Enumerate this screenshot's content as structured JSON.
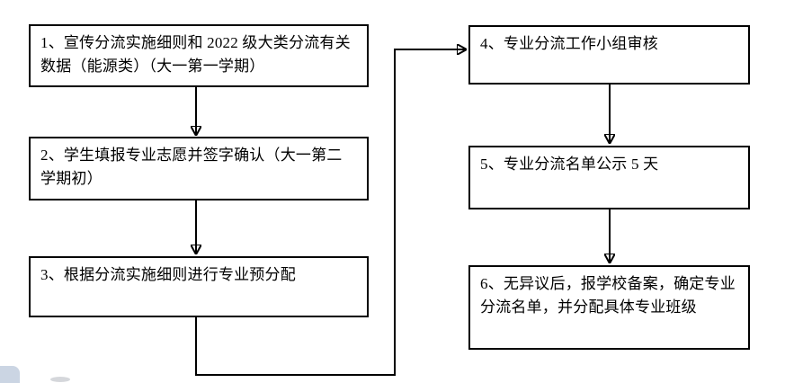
{
  "page": {
    "background_color": "#ffffff",
    "line_color": "#000000",
    "text_color": "#000000"
  },
  "flowchart": {
    "boxes": [
      {
        "id": "1",
        "label": "1、宣传分流实施细则和 2022 级大类分流有关数据（能源类）（大一第一学期）"
      },
      {
        "id": "2",
        "label": "2、学生填报专业志愿并签字确认（大一第二学期初）"
      },
      {
        "id": "3",
        "label": "3、根据分流实施细则进行专业预分配"
      },
      {
        "id": "4",
        "label": "4、专业分流工作小组审核"
      },
      {
        "id": "5",
        "label": "5、专业分流名单公示 5 天"
      },
      {
        "id": "6",
        "label": "6、无异议后，报学校备案，确定专业分流名单，并分配具体专业班级"
      }
    ],
    "edges": [
      {
        "from": "1",
        "to": "2",
        "style": "straight-down-arrow"
      },
      {
        "from": "2",
        "to": "3",
        "style": "straight-down-arrow"
      },
      {
        "from": "3",
        "to": "4",
        "style": "elbow-down-right-up-arrow"
      },
      {
        "from": "4",
        "to": "5",
        "style": "straight-down-arrow"
      },
      {
        "from": "5",
        "to": "6",
        "style": "straight-down-arrow"
      }
    ]
  }
}
